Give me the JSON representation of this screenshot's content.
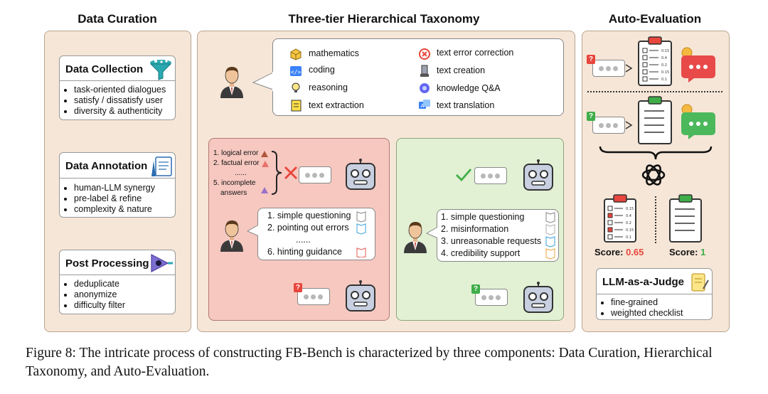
{
  "columns": {
    "data_curation": "Data Curation",
    "taxonomy": "Three-tier Hierarchical Taxonomy",
    "auto_eval": "Auto-Evaluation"
  },
  "data_collection": {
    "title": "Data Collection",
    "items": [
      "task-oriented dialogues",
      "satisfy / dissatisfy user",
      "diversity & authenticity"
    ]
  },
  "data_annotation": {
    "title": "Data Annotation",
    "items": [
      "human-LLM synergy",
      "pre-label & refine",
      "complexity & nature"
    ]
  },
  "post_processing": {
    "title": "Post Processing",
    "items": [
      "deduplicate",
      "anonymize",
      "difficulty filter"
    ]
  },
  "tasks": {
    "left": [
      "mathematics",
      "coding",
      "reasoning",
      "text extraction"
    ],
    "right": [
      "text error correction",
      "text creation",
      "knowledge Q&A",
      "text translation"
    ]
  },
  "errors": {
    "items": [
      "1. logical error",
      "2. factual error",
      "......",
      "5. incomplete",
      "answers"
    ]
  },
  "red_panel": {
    "items": [
      "1. simple questioning",
      "2. pointing out errors",
      "......",
      "6. hinting guidance"
    ]
  },
  "green_panel": {
    "items": [
      "1. simple questioning",
      "2. misinformation",
      "3. unreasonable requests",
      "4. credibility support"
    ]
  },
  "checklist_values": [
    "0.15",
    "0.4",
    "0.2",
    "0.15",
    "0.1"
  ],
  "scores": {
    "left_label": "Score:",
    "left_value": "0.65",
    "right_label": "Score:",
    "right_value": "1"
  },
  "judge": {
    "title": "LLM-as-a-Judge",
    "items": [
      "fine-grained",
      "weighted checklist"
    ]
  },
  "marks": {
    "question": "?"
  },
  "icons": {
    "funnel": "funnel-icon",
    "annotate": "annotation-icon",
    "process": "process-icon",
    "person": "person-icon",
    "robot": "robot-icon",
    "check": "check-icon",
    "cross": "cross-icon",
    "openai": "openai-logo-icon",
    "clipboard": "checklist-clipboard-icon"
  },
  "colors": {
    "panel": "#f6e6d7",
    "red_panel": "#f6c8c0",
    "green_panel": "#e2f0d4",
    "accent_red": "#e8453c",
    "accent_green": "#3fae49",
    "teal": "#2aa8b0"
  },
  "caption": "Figure 8: The intricate process of constructing FB-Bench is characterized by three components: Data Curation, Hierarchical Taxonomy, and Auto-Evaluation."
}
